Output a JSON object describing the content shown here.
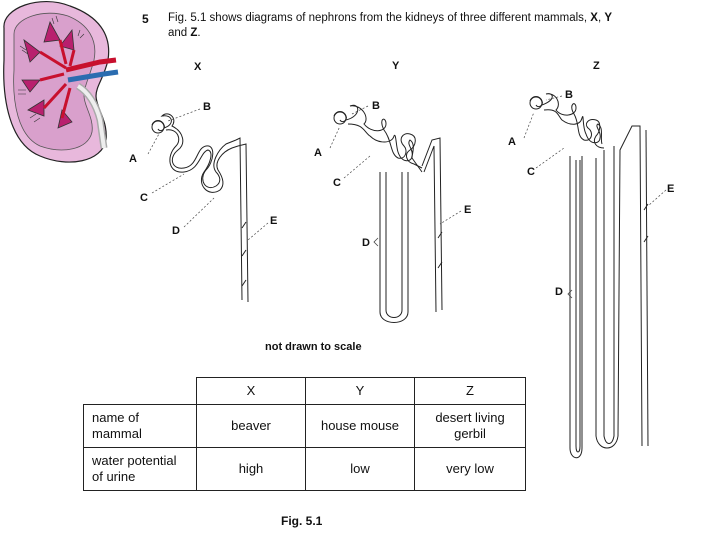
{
  "question": {
    "number": "5",
    "intro_prefix": "Fig. 5.1 shows diagrams of nephrons from the kidneys of three different mammals, ",
    "x": "X",
    "sep1": ", ",
    "y": "Y",
    "and": " and ",
    "z": "Z",
    "dot": "."
  },
  "diagram": {
    "columns": {
      "x": "X",
      "y": "Y",
      "z": "Z"
    },
    "labels": {
      "a": "A",
      "b": "B",
      "c": "C",
      "d": "D",
      "e": "E"
    },
    "note": "not drawn to scale",
    "caption": "Fig. 5.1"
  },
  "table": {
    "headers": [
      "X",
      "Y",
      "Z"
    ],
    "rows": [
      {
        "label_line1": "name of",
        "label_line2": "mammal",
        "cells": [
          [
            "beaver"
          ],
          [
            "house mouse"
          ],
          [
            "desert living",
            "gerbil"
          ]
        ]
      },
      {
        "label_line1": "water potential",
        "label_line2": "of urine",
        "cells": [
          [
            "high"
          ],
          [
            "low"
          ],
          [
            "very low"
          ]
        ]
      }
    ]
  },
  "colors": {
    "kidney_cortex": "#d9a0cc",
    "kidney_medulla": "#b8206e",
    "artery": "#c8102e",
    "vein": "#2b6cb0"
  }
}
